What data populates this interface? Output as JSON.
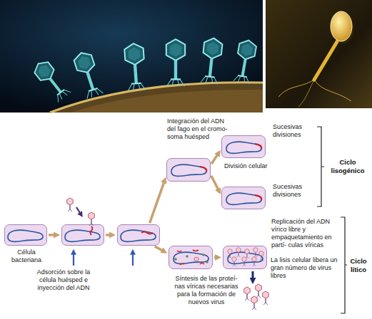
{
  "diagram": {
    "nodes": [
      {
        "text": [
          "Célula bacteriana"
        ]
      },
      {
        "text": [
          "Adsorción sobre la célula huésped e inyección del ADN"
        ]
      },
      {
        "text": []
      },
      {
        "text": [
          "Integración del ADN del fago en el cromo- soma huésped"
        ]
      },
      {
        "text": [
          "Sucesivas divisiones"
        ]
      },
      {
        "text": [
          "Sucesivas divisiones"
        ]
      },
      {
        "text": [
          "Síntesis de las proteí- nas víricas necesarias para la formación de nuevos virus"
        ]
      },
      {
        "text": [
          "Replicación del ADN vírico libre y empaquetamiento en partí- culas víricas"
        ]
      }
    ],
    "edges": [
      {
        "from": 0,
        "to": 1,
        "arrow": "to"
      },
      {
        "from": 1,
        "to": 2,
        "arrow": "to"
      },
      {
        "from": 2,
        "to": 3,
        "arrow": "to"
      },
      {
        "from": 3,
        "to": 4,
        "arrow": "to"
      },
      {
        "from": 3,
        "to": 5,
        "arrow": "to"
      },
      {
        "from": 2,
        "to": 6,
        "arrow": "to"
      },
      {
        "from": 6,
        "to": 7,
        "arrow": "to"
      }
    ],
    "labels": [
      "División celular",
      "La lisis celular libera un gran número de virus libres",
      "Ciclo lisogénico",
      "Ciclo lítico"
    ]
  }
}
